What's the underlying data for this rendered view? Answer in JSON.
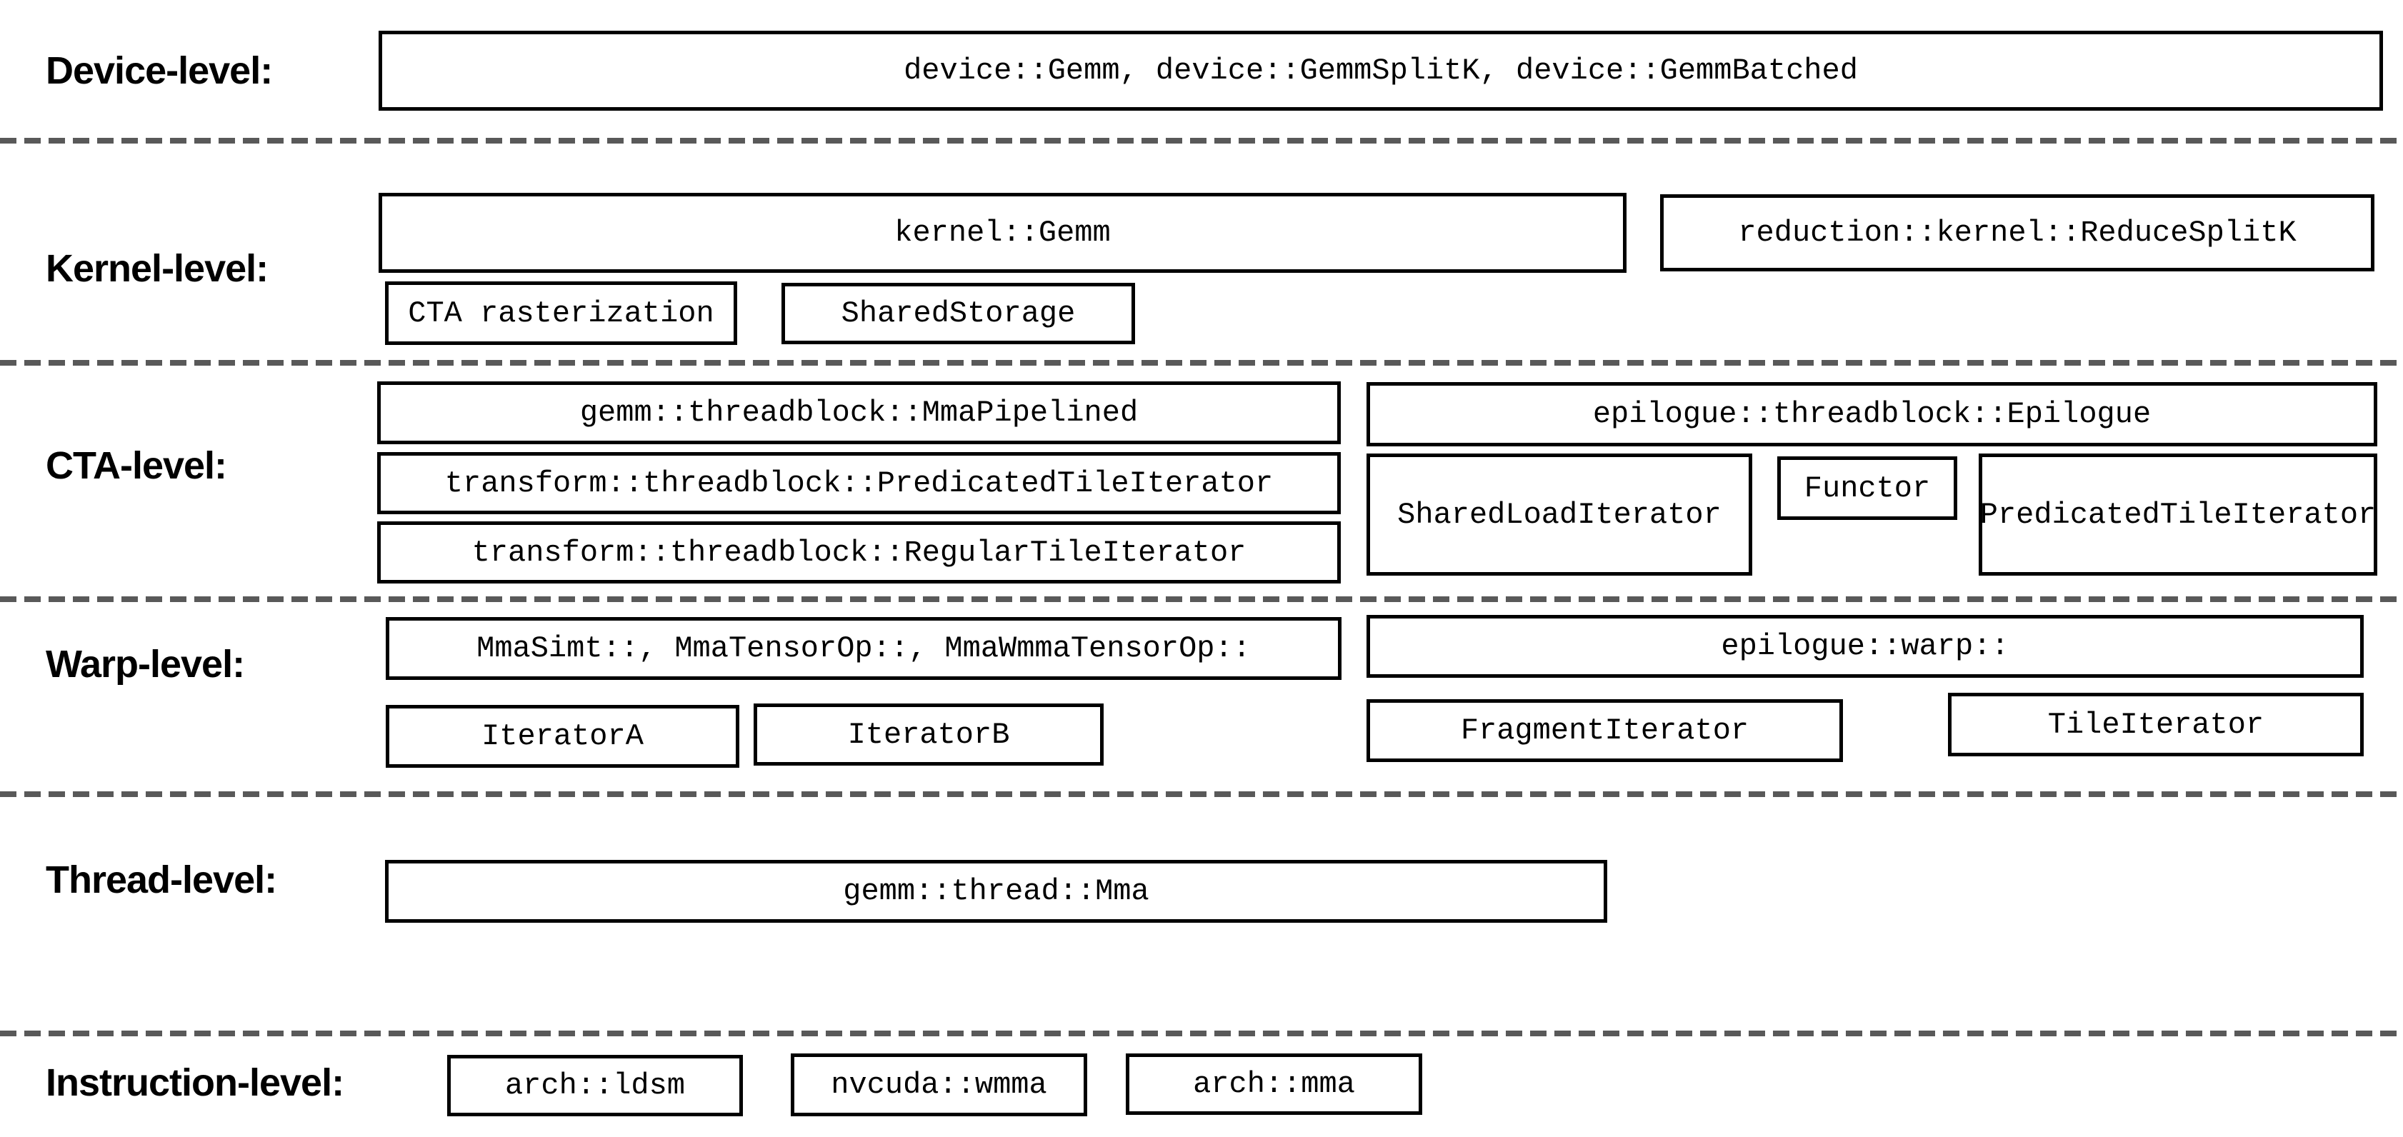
{
  "diagram": {
    "title": "GEMM component hierarchy levels",
    "labels": {
      "device": "Device-level:",
      "kernel": "Kernel-level:",
      "cta": "CTA-level:",
      "warp": "Warp-level:",
      "thread": "Thread-level:",
      "instruction": "Instruction-level:"
    },
    "boxes": {
      "device_gemm": "device::Gemm, device::GemmSplitK, device::GemmBatched",
      "kernel_gemm": "kernel::Gemm",
      "reduce_splitk": "reduction::kernel::ReduceSplitK",
      "cta_rasterization": "CTA rasterization",
      "shared_storage": "SharedStorage",
      "mma_pipelined": "gemm::threadblock::MmaPipelined",
      "transform_predicated_tile_iterator": "transform::threadblock::PredicatedTileIterator",
      "transform_regular_tile_iterator": "transform::threadblock::RegularTileIterator",
      "epilogue_threadblock": "epilogue::threadblock::Epilogue",
      "shared_load_iterator": "SharedLoadIterator",
      "functor": "Functor",
      "epilogue_predicated_tile_iterator": "PredicatedTileIterator",
      "warp_mma": "MmaSimt::, MmaTensorOp::, MmaWmmaTensorOp::",
      "iterator_a": "IteratorA",
      "iterator_b": "IteratorB",
      "epilogue_warp": "epilogue::warp::",
      "fragment_iterator": "FragmentIterator",
      "tile_iterator": "TileIterator",
      "thread_mma": "gemm::thread::Mma",
      "arch_ldsm": "arch::ldsm",
      "nvcuda_wmma": "nvcuda::wmma",
      "arch_mma": "arch::mma"
    },
    "colors": {
      "background": "#ffffff",
      "box_border": "#000000",
      "text": "#000000",
      "separator": "#595959"
    }
  }
}
